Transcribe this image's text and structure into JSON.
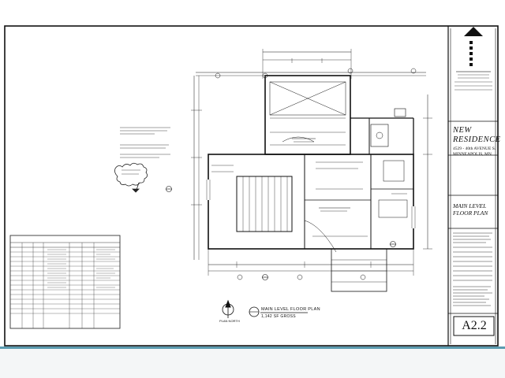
{
  "title_block": {
    "project": [
      "NEW",
      "RESIDENCE"
    ],
    "address": [
      "4529 - 40th AVENUE S.",
      "MINNEAPOLIS, MN"
    ],
    "sheet_title": [
      "MAIN LEVEL",
      "FLOOR PLAN"
    ],
    "sheet_number": "A2.2"
  },
  "plan": {
    "title": "MAIN LEVEL FLOOR PLAN",
    "area": "1,142 SF GROSS",
    "north_label": "PLAN NORTH"
  },
  "colors": {
    "ink": "#111111",
    "accent_line": "#5b9bb0"
  }
}
